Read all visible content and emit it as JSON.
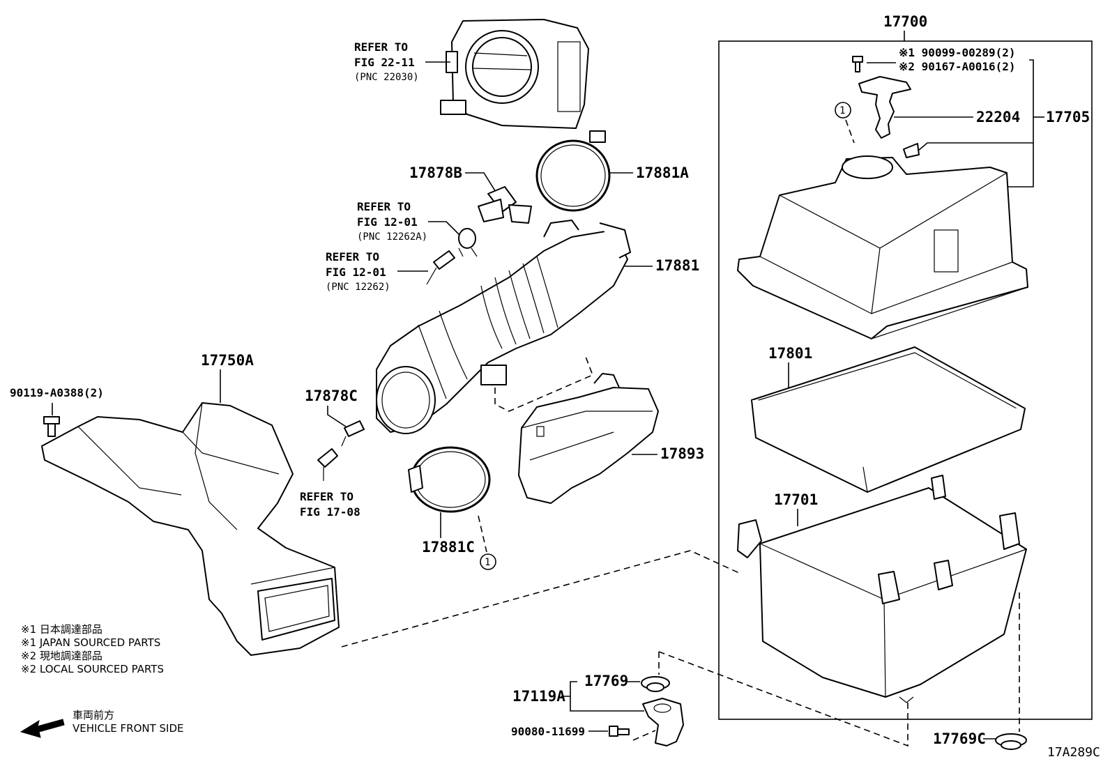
{
  "labels": {
    "p17700": "17700",
    "p17705": "17705",
    "p22204": "22204",
    "note1_part": "※1 90099-00289(2)",
    "note2_part": "※2 90167-A0016(2)",
    "p17801": "17801",
    "p17701": "17701",
    "p17881A": "17881A",
    "p17878B": "17878B",
    "p17881": "17881",
    "p17893": "17893",
    "p17878C": "17878C",
    "p17881C": "17881C",
    "p17750A": "17750A",
    "bolt_17750A": "90119-A0388(2)",
    "p17769": "17769",
    "p17119A": "17119A",
    "bolt_17119A": "90080-11699",
    "p17769C": "17769C",
    "fig_code": "17A289C",
    "circle_ref": "1"
  },
  "refers": {
    "throttle": {
      "line1": "REFER TO",
      "line2": "FIG 22-11",
      "line3": "(PNC 22030)"
    },
    "valve": {
      "line1": "REFER TO",
      "line2": "FIG 12-01",
      "line3": "(PNC 12262A)"
    },
    "hose": {
      "line1": "REFER TO",
      "line2": "FIG 12-01",
      "line3": "(PNC 12262)"
    },
    "pipe": {
      "line1": "REFER TO",
      "line2": "FIG 17-08"
    }
  },
  "legend": {
    "line1": "※1  日本調達部品",
    "line2": "※1  JAPAN SOURCED PARTS",
    "line3": "※2  現地調達部品",
    "line4": "※2  LOCAL SOURCED PARTS"
  },
  "direction": {
    "jp": "車両前方",
    "en": "VEHICLE FRONT SIDE",
    "icon": "front-arrow-icon"
  }
}
